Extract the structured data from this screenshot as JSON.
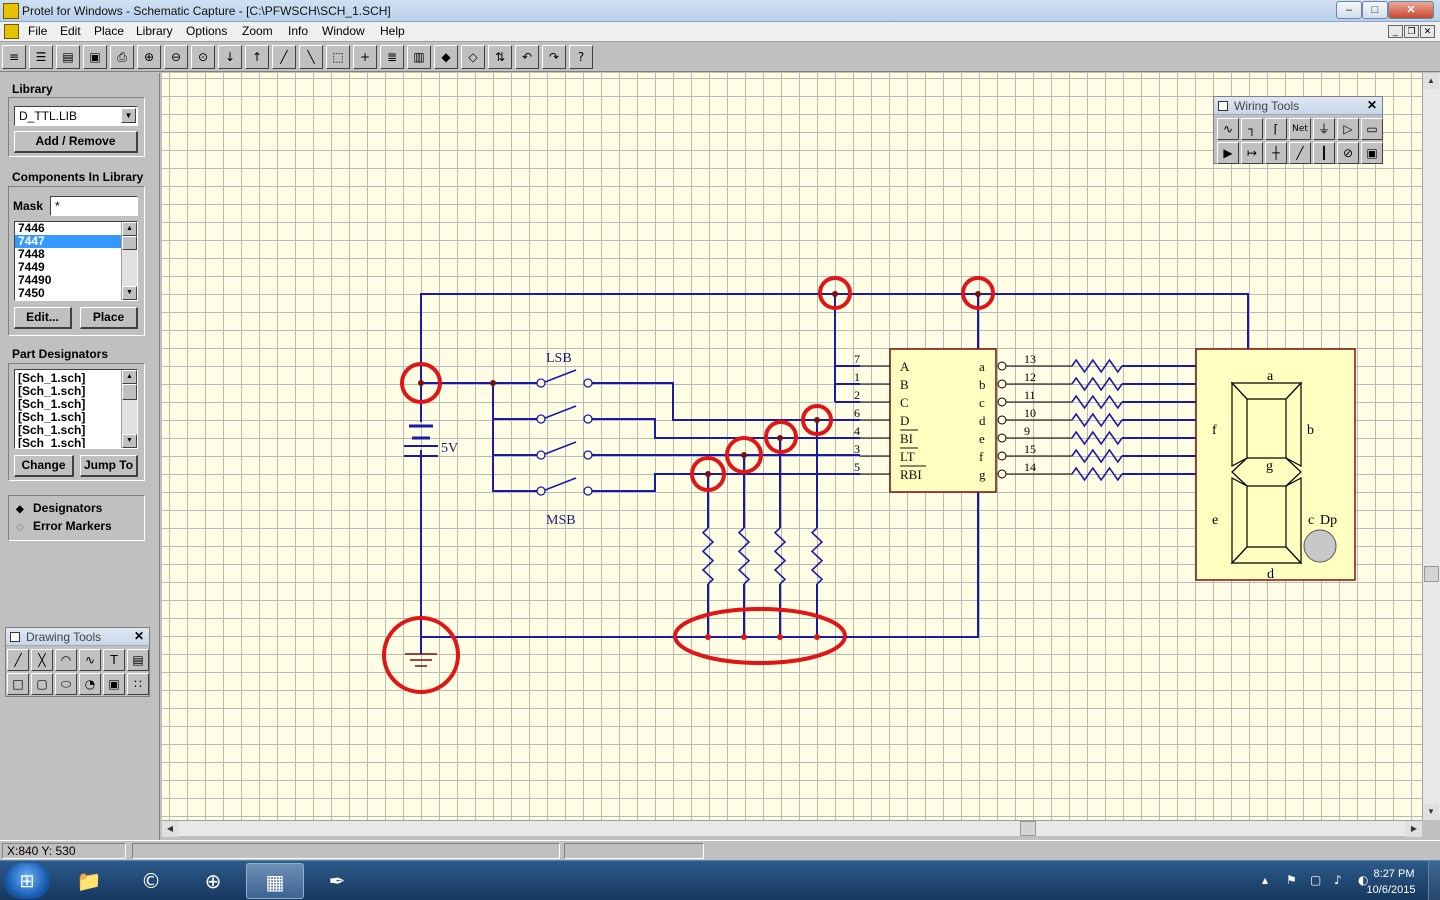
{
  "window": {
    "title": "Protel for Windows - Schematic Capture - [C:\\PFWSCH\\SCH_1.SCH]",
    "controls": {
      "minimize": "–",
      "maximize": "□",
      "close": "✕"
    },
    "mdi_controls": {
      "minimize": "_",
      "restore": "❐",
      "close": "✕"
    }
  },
  "menu": [
    "File",
    "Edit",
    "Place",
    "Library",
    "Options",
    "Zoom",
    "Info",
    "Window",
    "Help"
  ],
  "toolbar": {
    "buttons": [
      {
        "icon": "tree-icon",
        "glyph": "≡"
      },
      {
        "icon": "library-icon",
        "glyph": "☰"
      },
      {
        "icon": "open-icon",
        "glyph": "▤"
      },
      {
        "icon": "save-icon",
        "glyph": "▣"
      },
      {
        "icon": "print-icon",
        "glyph": "⎙"
      },
      {
        "icon": "zoom-in-icon",
        "glyph": "⊕"
      },
      {
        "icon": "zoom-out-icon",
        "glyph": "⊖"
      },
      {
        "icon": "zoom-fit-icon",
        "glyph": "⊙"
      },
      {
        "icon": "arrow-down-icon",
        "glyph": "↓"
      },
      {
        "icon": "arrow-up-icon",
        "glyph": "↑"
      },
      {
        "icon": "wire-icon",
        "glyph": "╱"
      },
      {
        "icon": "line-icon",
        "glyph": "╲"
      },
      {
        "icon": "select-icon",
        "glyph": "⬚"
      },
      {
        "icon": "cross-icon",
        "glyph": "+"
      },
      {
        "icon": "bus-icon",
        "glyph": "≣"
      },
      {
        "icon": "component-icon",
        "glyph": "▥"
      },
      {
        "icon": "shape-icon",
        "glyph": "◆"
      },
      {
        "icon": "draw-icon",
        "glyph": "◇"
      },
      {
        "icon": "align-icon",
        "glyph": "⇅"
      },
      {
        "icon": "undo-icon",
        "glyph": "↶"
      },
      {
        "icon": "redo-icon",
        "glyph": "↷"
      },
      {
        "icon": "help-icon",
        "glyph": "?"
      }
    ]
  },
  "sidebar": {
    "library": {
      "title": "Library",
      "value": "D_TTL.LIB",
      "add_remove": "Add / Remove"
    },
    "components": {
      "title": "Components In Library",
      "mask_label": "Mask",
      "mask_value": "*",
      "items": [
        "7446",
        "7447",
        "7448",
        "7449",
        "74490",
        "7450"
      ],
      "selected": "7447",
      "edit": "Edit...",
      "place": "Place"
    },
    "designators": {
      "title": "Part Designators",
      "items": [
        "[Sch_1.sch]",
        "[Sch_1.sch]",
        "[Sch_1.sch]",
        "[Sch_1.sch]",
        "[Sch_1.sch]",
        "[Sch_1.sch]"
      ],
      "change": "Change",
      "jump": "Jump To"
    },
    "view_options": {
      "designators": "Designators",
      "error_markers": "Error Markers",
      "selected": "Designators"
    }
  },
  "wiring_tools": {
    "title": "Wiring Tools",
    "buttons": [
      "∿",
      "┐",
      "⌈",
      "Net",
      "⏚",
      "▷",
      "▭",
      "▶",
      "↦",
      "┼",
      "╱",
      "┃",
      "⊘",
      "▣"
    ]
  },
  "drawing_tools": {
    "title": "Drawing Tools",
    "buttons": [
      "╱",
      "╳",
      "◠",
      "∿",
      "T",
      "▤",
      "□",
      "▢",
      "⬭",
      "◔",
      "▣",
      "∷"
    ]
  },
  "schematic": {
    "switch_labels": {
      "lsb": "LSB",
      "msb": "MSB"
    },
    "battery_label": "5V",
    "ic_inputs": [
      {
        "pin": "7",
        "name": "A"
      },
      {
        "pin": "1",
        "name": "B"
      },
      {
        "pin": "2",
        "name": "C"
      },
      {
        "pin": "6",
        "name": "D"
      },
      {
        "pin": "4",
        "name": "BI"
      },
      {
        "pin": "3",
        "name": "LT"
      },
      {
        "pin": "5",
        "name": "RBI"
      }
    ],
    "ic_outputs": [
      {
        "pin": "13",
        "name": "a"
      },
      {
        "pin": "12",
        "name": "b"
      },
      {
        "pin": "11",
        "name": "c"
      },
      {
        "pin": "10",
        "name": "d"
      },
      {
        "pin": "9",
        "name": "e"
      },
      {
        "pin": "15",
        "name": "f"
      },
      {
        "pin": "14",
        "name": "g"
      }
    ],
    "display_labels": {
      "a": "a",
      "b": "b",
      "c": "c",
      "d": "d",
      "e": "e",
      "f": "f",
      "g": "g",
      "dp": "Dp"
    },
    "colors": {
      "wire": "#1a1aa8",
      "component": "#7a1010",
      "highlight": "#e01515",
      "ic_fill": "#ffffbf"
    }
  },
  "status": {
    "coords": "X:840 Y: 530"
  },
  "taskbar": {
    "start_glyph": "⊞",
    "apps": [
      {
        "name": "file-explorer",
        "glyph": "📁"
      },
      {
        "name": "ccleaner",
        "glyph": "©"
      },
      {
        "name": "safari",
        "glyph": "⊕"
      },
      {
        "name": "protel",
        "glyph": "▦"
      },
      {
        "name": "paint",
        "glyph": "✒"
      }
    ],
    "active_app": "protel",
    "tray": [
      "▴",
      "⚑",
      "▢",
      "♪",
      "◐"
    ],
    "time": "8:27 PM",
    "date": "10/6/2015"
  }
}
